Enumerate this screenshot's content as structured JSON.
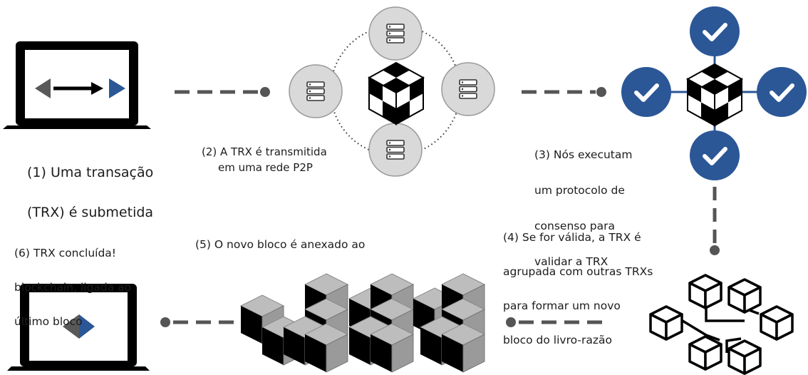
{
  "steps": {
    "step1": {
      "lines": [
        "(1) Uma transação",
        "(TRX) é submetida"
      ]
    },
    "step2": {
      "line1": "(2) A TRX é transmitida",
      "line2": "em uma rede P2P"
    },
    "step3": {
      "lines": [
        "(3) Nós executam",
        "um protocolo de",
        "consenso para",
        "validar a TRX"
      ]
    },
    "step4": {
      "lines": [
        "(4) Se for válida, a TRX é",
        "agrupada com outras TRXs",
        "para formar um novo",
        "bloco do livro-razão"
      ]
    },
    "step5": {
      "line1": "(5) O novo bloco é anexado ao"
    },
    "step6": {
      "lines": [
        "(6) TRX concluída!",
        "blockchain, ligada ao",
        "último bloco"
      ]
    }
  },
  "colors": {
    "accent_blue": "#2b5797",
    "dark_gray": "#555555",
    "node_gray": "#d9d9d9"
  }
}
